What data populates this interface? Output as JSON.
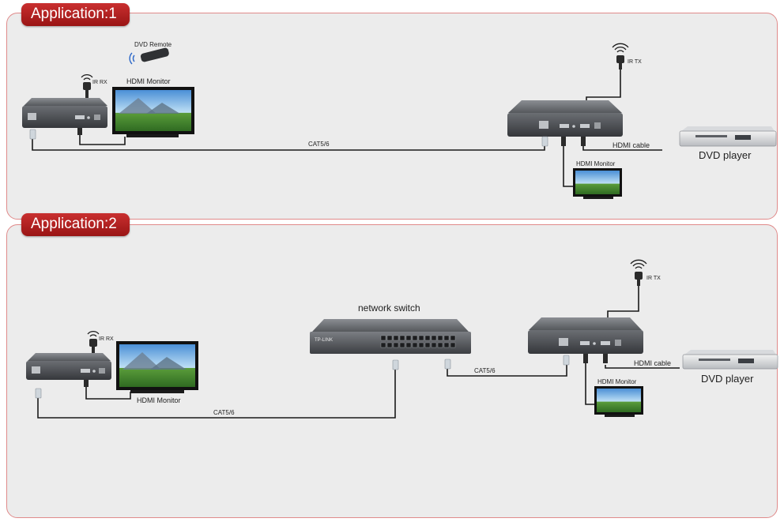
{
  "app1": {
    "title": "Application:1",
    "dvd_remote": "DVD Remote",
    "ir_rx": "IR RX",
    "hdmi_monitor_rx": "HDMI Monitor",
    "ir_tx": "IR TX",
    "cat_label": "CAT5/6",
    "hdmi_cable": "HDMI cable",
    "dvd_player": "DVD player",
    "hdmi_monitor_local": "HDMI Monitor"
  },
  "app2": {
    "title": "Application:2",
    "ir_rx": "IR RX",
    "hdmi_monitor_rx": "HDMI Monitor",
    "network_switch": "network switch",
    "switch_brand": "TP-LINK",
    "cat_left": "CAT5/6",
    "cat_right": "CAT5/6",
    "ir_tx": "IR TX",
    "hdmi_cable": "HDMI cable",
    "dvd_player": "DVD player",
    "hdmi_monitor_local": "HDMI Monitor"
  },
  "colors": {
    "accent": "#b82222",
    "panel": "#ececec",
    "panel_border": "#e08a8a",
    "device": "#4a4d52",
    "cable": "#1a1a1a"
  }
}
